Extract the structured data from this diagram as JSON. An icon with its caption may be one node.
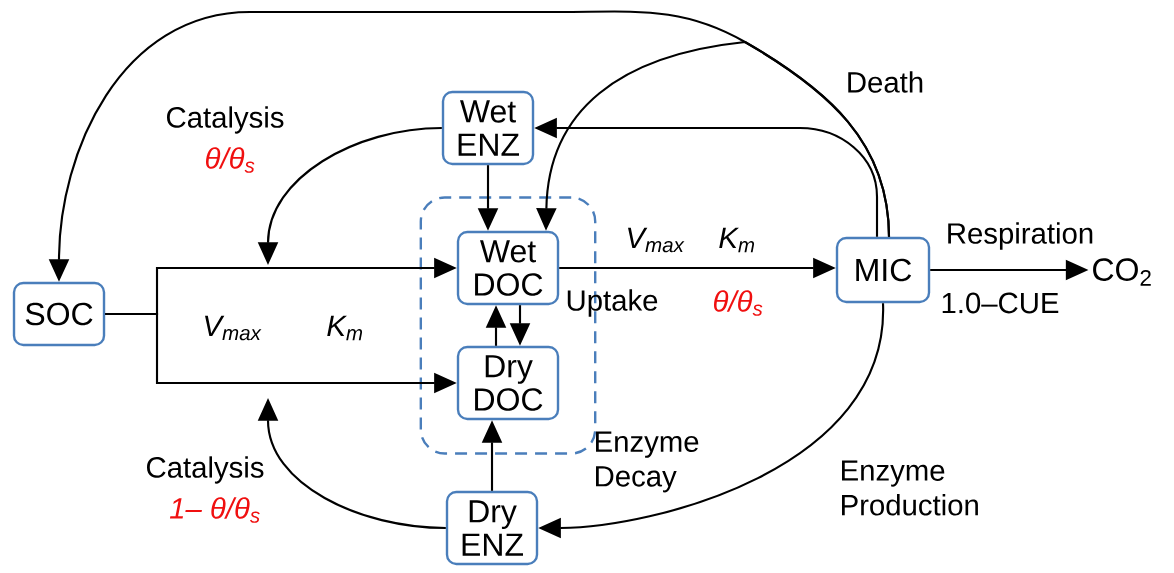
{
  "diagram": {
    "nodes": [
      {
        "text": [
          "SOC"
        ]
      },
      {
        "text": [
          "Wet ENZ"
        ]
      },
      {
        "text": [],
        "shape": "box"
      },
      {
        "text": [
          "Wet DOC"
        ],
        "in": 2
      },
      {
        "text": [
          "Dry DOC"
        ],
        "in": 2
      },
      {
        "text": [
          "MIC"
        ]
      },
      {
        "text": [
          "CO$_{2}$"
        ]
      },
      {
        "text": [
          "Dry ENZ"
        ]
      }
    ],
    "edges": [
      {
        "from": 0,
        "to": 3,
        "arrow": "to"
      },
      {
        "from": 0,
        "to": 4,
        "arrow": "to"
      },
      {
        "from": 1,
        "to": null,
        "arrow": "to"
      },
      {
        "from": 7,
        "to": null,
        "arrow": "to"
      },
      {
        "from": 1,
        "to": 3,
        "arrow": "to"
      },
      {
        "from": 3,
        "to": 4,
        "arrow": "to"
      },
      {
        "from": 4,
        "to": 3,
        "arrow": "to"
      },
      {
        "from": 7,
        "to": 4,
        "arrow": "to"
      },
      {
        "from": 3,
        "to": 5,
        "arrow": "to"
      },
      {
        "from": 5,
        "to": 6,
        "arrow": "to"
      },
      {
        "from": 5,
        "to": 1,
        "arrow": "to"
      },
      {
        "from": 5,
        "to": 0,
        "arrow": "to"
      },
      {
        "from": 5,
        "to": 3,
        "arrow": "to"
      },
      {
        "from": 5,
        "to": 7,
        "arrow": "to"
      }
    ],
    "labels": [
      "Catalysis",
      "θ/θ$_{s}$",
      "V$_{max}$",
      "K$_{m}$",
      "V$_{max}$",
      "K$_{m}$",
      "Uptake",
      "θ/θ$_{s}$",
      "Death",
      "Respiration",
      "1.0–CUE",
      "Enzyme Decay",
      "Catalysis",
      "1– θ/θ$_{s}$",
      "Enzyme Production"
    ]
  }
}
